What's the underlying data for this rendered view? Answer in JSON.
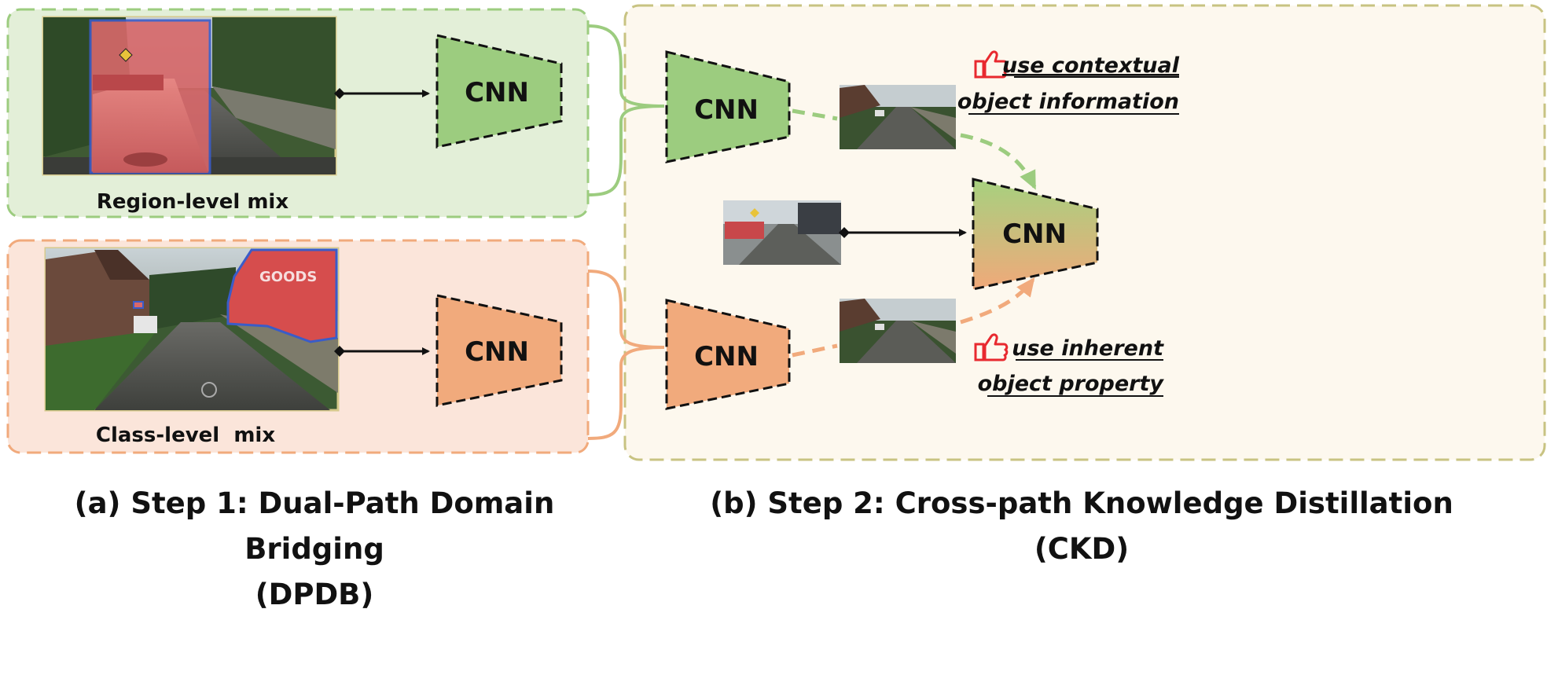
{
  "panel_a": {
    "region_label": "Region-level mix",
    "class_label": "Class-level  mix",
    "cnn_top_label": "CNN",
    "cnn_bottom_label": "CNN",
    "caption_line1": "(a) Step 1: Dual-Path Domain Bridging",
    "caption_line2": "(DPDB)"
  },
  "panel_b": {
    "cnn_green_label": "CNN",
    "cnn_orange_label": "CNN",
    "cnn_student_label": "CNN",
    "note_top_line1": "use contextual",
    "note_top_line2": "object information",
    "note_bottom_line1": "use inherent",
    "note_bottom_line2": "object property",
    "caption_line1": "(b) Step 2: Cross-path Knowledge Distillation",
    "caption_line2": "(CKD)"
  },
  "colors": {
    "green_fill": "#9ccc7f",
    "orange_fill": "#f1aa7c",
    "green_panel": "#e3efd8",
    "orange_panel": "#fbe5da",
    "ckd_panel": "#fdf8ee",
    "thumb_red": "#e8292f"
  },
  "icons": [
    "thumbs-up-icon",
    "arrow-icon"
  ]
}
